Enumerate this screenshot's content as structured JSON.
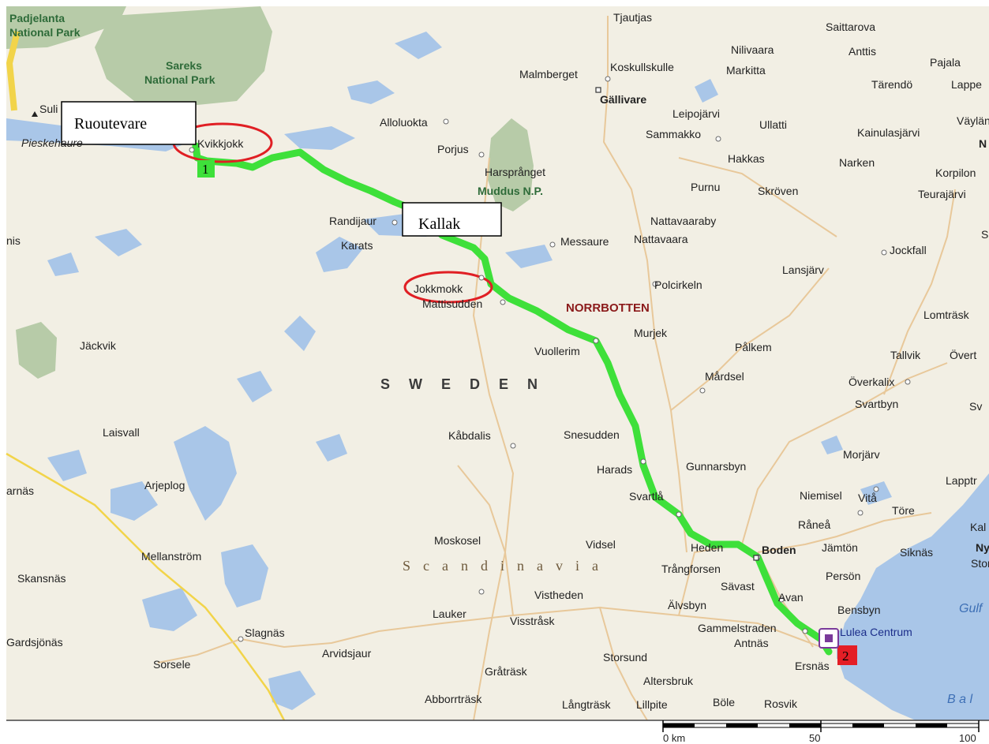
{
  "map": {
    "colors": {
      "land": "#f2efe4",
      "water": "#a9c6e8",
      "park": "#b7cba8",
      "route": "#3ee03a",
      "road": "#e8c89a",
      "border": "#f2d44a",
      "circle": "#e01f24",
      "marker_red": "#e41e26"
    },
    "callouts": [
      {
        "id": "ruoutevare",
        "text": "Ruoutevare"
      },
      {
        "id": "kallak",
        "text": "Kallak"
      }
    ],
    "markers": [
      {
        "id": "start",
        "text": "1"
      },
      {
        "id": "end",
        "text": "2"
      }
    ],
    "labels": {
      "padjelanta": "Padjelanta",
      "padjelanta2": "National Park",
      "sareks": "Sareks",
      "sareks2": "National Park",
      "suli": "Suli",
      "pieskehaure": "Pieskehaure",
      "kvikkjokk": "Kvikkjokk",
      "tjautjas": "Tjautjas",
      "saittarova": "Saittarova",
      "nilivaara": "Nilivaara",
      "anttis": "Anttis",
      "pajala": "Pajala",
      "malmberget": "Malmberget",
      "koskullskulle": "Koskullskulle",
      "markitta": "Markitta",
      "tarendo": "Tärendö",
      "lappea": "Lappe",
      "gallivare": "Gällivare",
      "alloluokta": "Alloluokta",
      "leipojarvi": "Leipojärvi",
      "ullatti": "Ullatti",
      "kainulasjarvi": "Kainulasjärvi",
      "vaylan": "Väylän",
      "n": "N",
      "porjus": "Porjus",
      "sammakko": "Sammakko",
      "hakkas": "Hakkas",
      "narken": "Narken",
      "korpilon": "Korpilon",
      "harspranget": "Harsprånget",
      "muddus": "Muddus N.P.",
      "purnu": "Purnu",
      "skroven": "Skröven",
      "teurajarvi": "Teurajärvi",
      "nattavaaraby": "Nattavaaraby",
      "randijaur": "Randijaur",
      "nis": "nis",
      "karats": "Karats",
      "messaure": "Messaure",
      "nattavaara": "Nattavaara",
      "jockfall": "Jockfall",
      "s_edge": "S",
      "lansjarv": "Lansjärv",
      "polcirkeln": "Polcirkeln",
      "jokkmokk": "Jokkmokk",
      "mattisudden": "Mattisudden",
      "norrbotten": "NORRBOTTEN",
      "lomtrask": "Lomträsk",
      "murjek": "Murjek",
      "jackvik": "Jäckvik",
      "vuollerim": "Vuollerim",
      "palkem": "Pålkem",
      "tallvik": "Tallvik",
      "overt": "Övert",
      "sweden": "SWEDEN",
      "mardsel": "Mårdsel",
      "overkalix": "Överkalix",
      "svartbyn": "Svartbyn",
      "sv": "Sv",
      "laisvall": "Laisvall",
      "kabdalis": "Kåbdalis",
      "snesudden": "Snesudden",
      "morjarv": "Morjärv",
      "harads": "Harads",
      "gunnarsbyn": "Gunnarsbyn",
      "arnas": "arnäs",
      "arjeplog": "Arjeplog",
      "lapptr": "Lapptr",
      "svartla": "Svartlå",
      "niemisel": "Niemisel",
      "vita": "Vitå",
      "tore": "Töre",
      "ranea": "Råneå",
      "kal": "Kal",
      "moskosel": "Moskosel",
      "vidsel": "Vidsel",
      "heden": "Heden",
      "boden": "Boden",
      "jamton": "Jämtön",
      "siknas": "Siknäs",
      "ny": "Ny",
      "mellanstrom": "Mellanström",
      "scandinavia": "Scandinavia",
      "trangforsen": "Trångforsen",
      "skansnas": "Skansnäs",
      "savast": "Sävast",
      "person": "Persön",
      "stor": "Stor",
      "vistheden": "Vistheden",
      "avan": "Avan",
      "lauker": "Lauker",
      "alvsbyn": "Älvsbyn",
      "bensbyn": "Bensbyn",
      "gulf": "Gulf",
      "slagnas": "Slagnäs",
      "visstrask": "Visstråsk",
      "gammelstraden": "Gammelstraden",
      "lulea": "Lulea Centrum",
      "gardsjonas": "Gardsjönäs",
      "arvidsjaur": "Arvidsjaur",
      "antnas": "Antnäs",
      "sorsele": "Sorsele",
      "storsund": "Storsund",
      "grattrask": "Gråträsk",
      "ersnas": "Ersnäs",
      "altersbruk": "Altersbruk",
      "abborrtrask": "Abborrträsk",
      "langtrask": "Långträsk",
      "lillpite": "Lillpite",
      "bole": "Böle",
      "rosvik": "Rosvik",
      "bal": "B a l"
    },
    "scale": {
      "labels": [
        "0 km",
        "50",
        "100"
      ]
    }
  }
}
